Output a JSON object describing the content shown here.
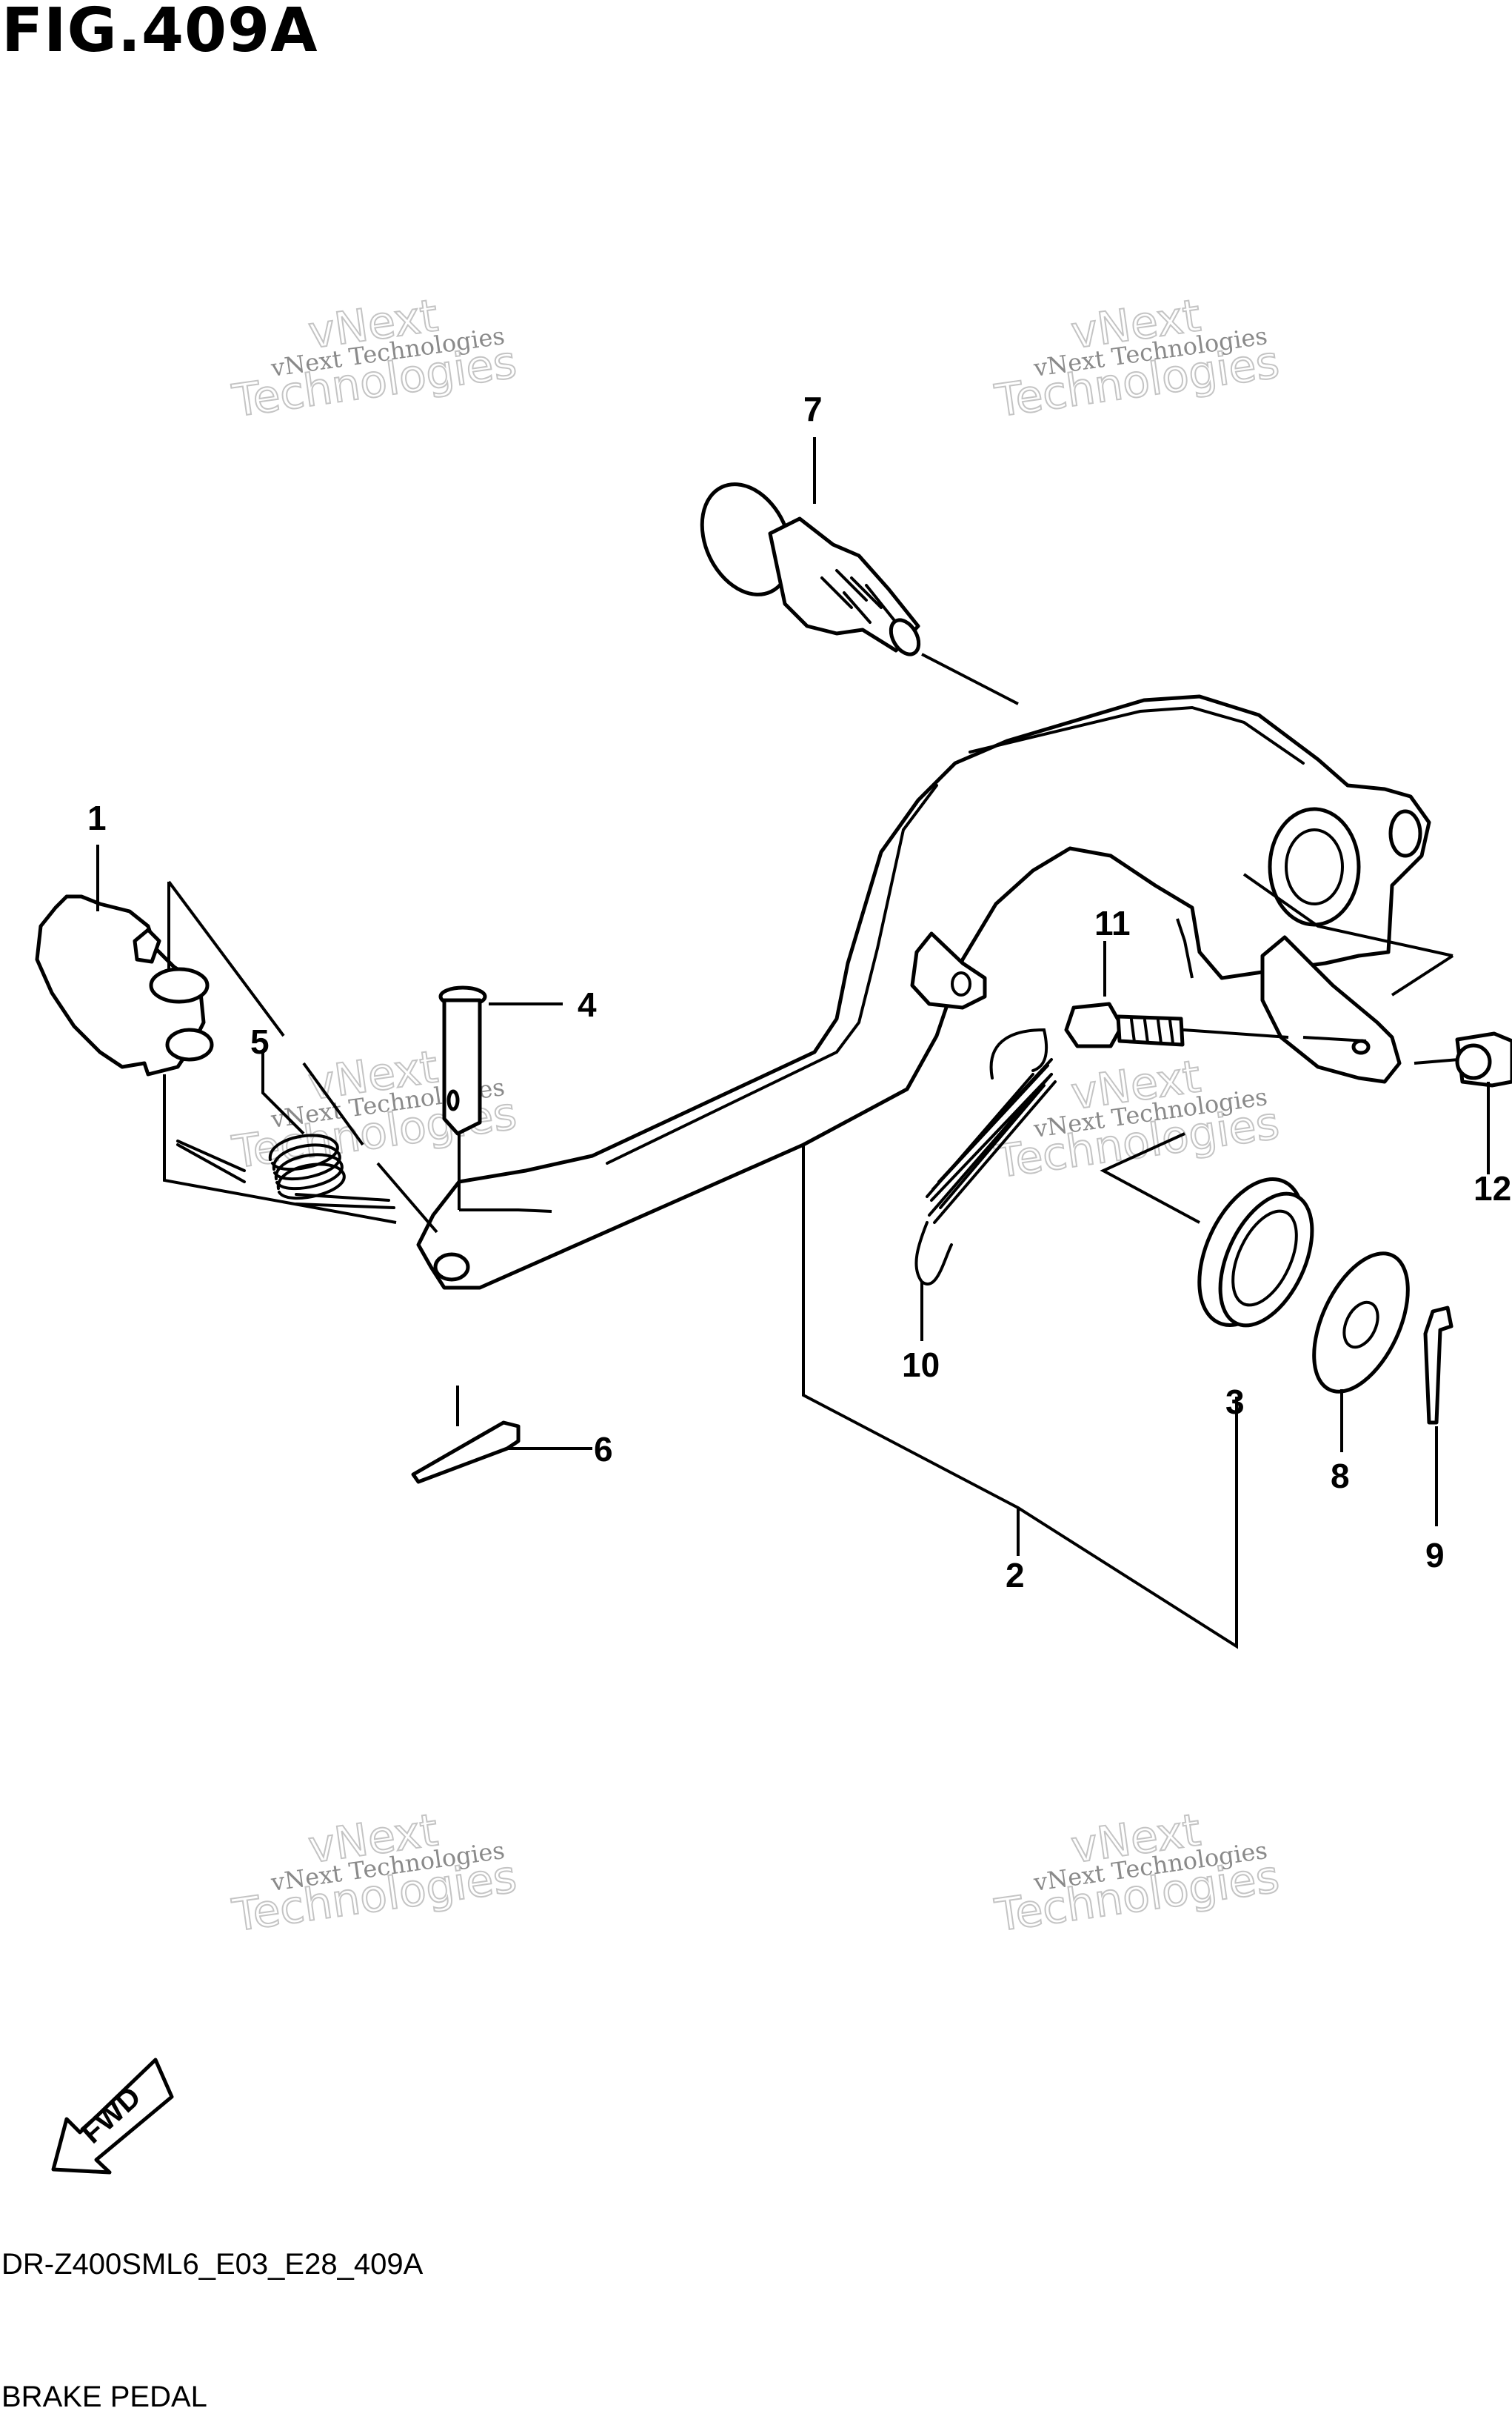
{
  "figure": {
    "title": "FIG.409A",
    "diagram_code": "DR-Z400SML6_E03_E28_409A",
    "name": "BRAKE PEDAL"
  },
  "callouts": [
    {
      "number": "1",
      "part": "bracket"
    },
    {
      "number": "2",
      "part": "brake-pedal"
    },
    {
      "number": "3",
      "part": "oil-seal"
    },
    {
      "number": "4",
      "part": "pin"
    },
    {
      "number": "5",
      "part": "torsion-spring"
    },
    {
      "number": "6",
      "part": "cotter-pin"
    },
    {
      "number": "7",
      "part": "pivot-shaft"
    },
    {
      "number": "8",
      "part": "washer"
    },
    {
      "number": "9",
      "part": "cotter-pin"
    },
    {
      "number": "10",
      "part": "return-spring"
    },
    {
      "number": "11",
      "part": "bolt"
    },
    {
      "number": "12",
      "part": "collar"
    }
  ],
  "watermark": {
    "line1": "vNext Technologies",
    "line2": "vNext",
    "line3": "Technologies"
  },
  "direction_label": "FWD",
  "icons": {
    "direction": "fwd-arrow-icon"
  }
}
